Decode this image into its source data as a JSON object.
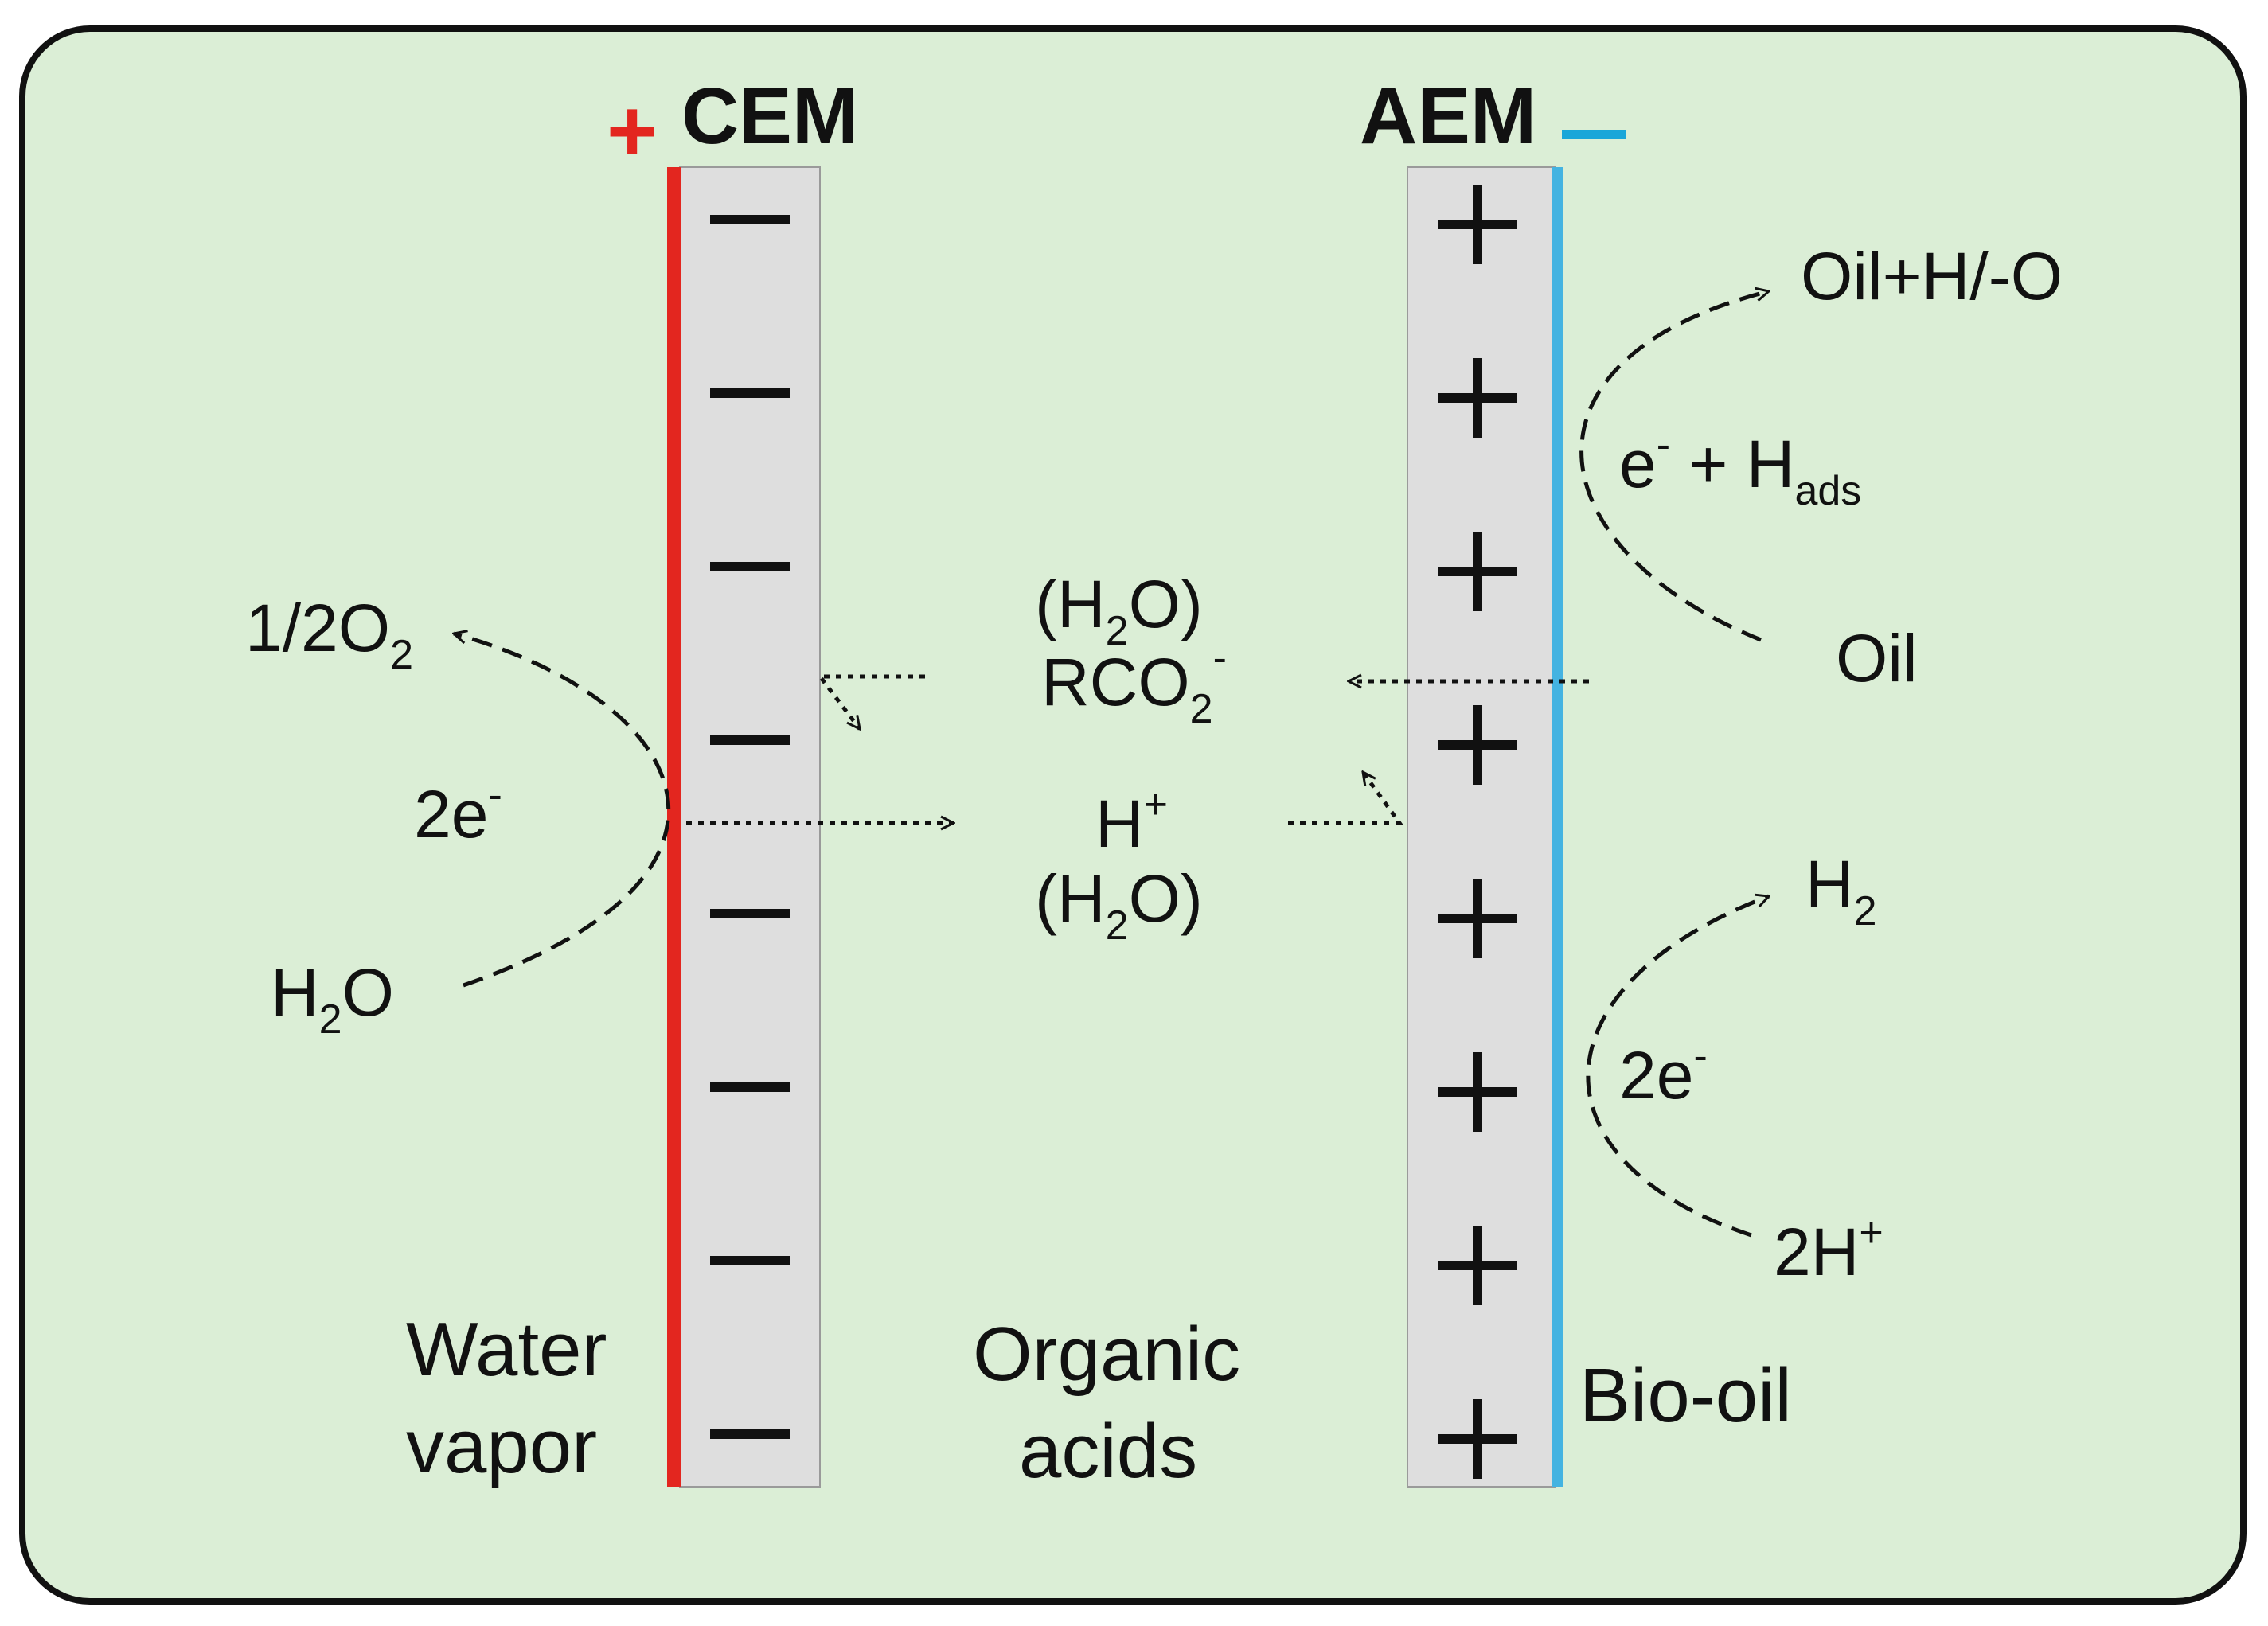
{
  "colors": {
    "background": "#dbeed6",
    "membrane": "#dedede",
    "anode_electrode": "#e3261f",
    "cathode_electrode": "#44b3e1",
    "anode_sign": "#e3261f",
    "cathode_sign": "#1aa6d9"
  },
  "cem": {
    "label": "CEM",
    "charge_sign": "+",
    "fixed_charges": [
      "—",
      "—",
      "—",
      "—",
      "—",
      "—",
      "—",
      "—"
    ]
  },
  "aem": {
    "label": "AEM",
    "charge_sign": "—",
    "fixed_charges": [
      "+",
      "+",
      "+",
      "+",
      "+",
      "+",
      "+",
      "+"
    ]
  },
  "anode": {
    "product": {
      "main": "1/2O",
      "sub": "2"
    },
    "reactant": {
      "main1": "H",
      "sub": "2",
      "main2": "O"
    },
    "electrons": {
      "main": "2e",
      "sup": "-"
    },
    "chamber_line1": "Water",
    "chamber_line2": "vapor"
  },
  "middle": {
    "water_top": {
      "main1": "(H",
      "sub": "2",
      "main2": "O)"
    },
    "anion": {
      "main": "RCO",
      "sub": "2",
      "sup": "-"
    },
    "proton": {
      "main": "H",
      "sup": "+"
    },
    "water_bottom": {
      "main1": "(H",
      "sub": "2",
      "main2": "O)"
    },
    "chamber_line1": "Organic",
    "chamber_line2": "acids"
  },
  "cathode": {
    "product_top": "Oil+H/-O",
    "reactant_top": "Oil",
    "electrons_top": {
      "e": "e",
      "sup": "-",
      "plus": " + H",
      "sub": "ads"
    },
    "product_bottom": {
      "main": "H",
      "sub": "2"
    },
    "reactant_bottom": {
      "main": "2H",
      "sup": "+"
    },
    "electrons_bottom": {
      "main": "2e",
      "sup": "-"
    },
    "chamber_label": "Bio-oil"
  }
}
